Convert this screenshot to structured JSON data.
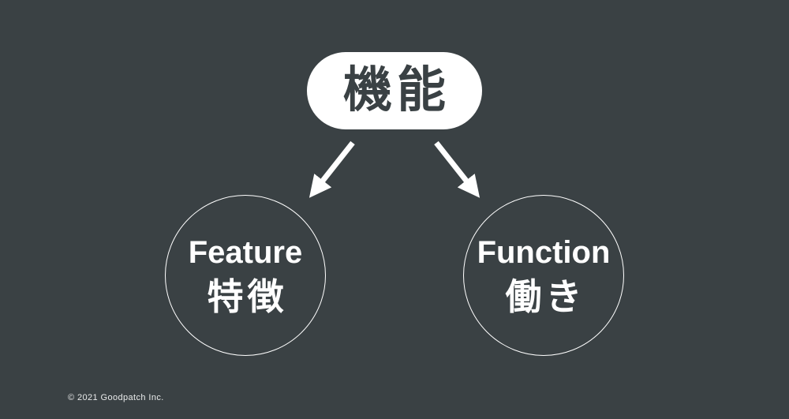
{
  "slide": {
    "background_color": "#3a4144",
    "copyright": "© 2021 Goodpatch Inc."
  },
  "diagram": {
    "root": {
      "label": "機能",
      "fill_color": "#ffffff",
      "text_color": "#3a4144"
    },
    "arrows": [
      {
        "name": "arrow-down-left",
        "color": "#ffffff"
      },
      {
        "name": "arrow-down-right",
        "color": "#ffffff"
      }
    ],
    "children": [
      {
        "label_en": "Feature",
        "label_ja": "特徴"
      },
      {
        "label_en": "Function",
        "label_ja": "働き"
      }
    ],
    "node_outline_color": "#ffffff",
    "child_text_color": "#ffffff"
  }
}
